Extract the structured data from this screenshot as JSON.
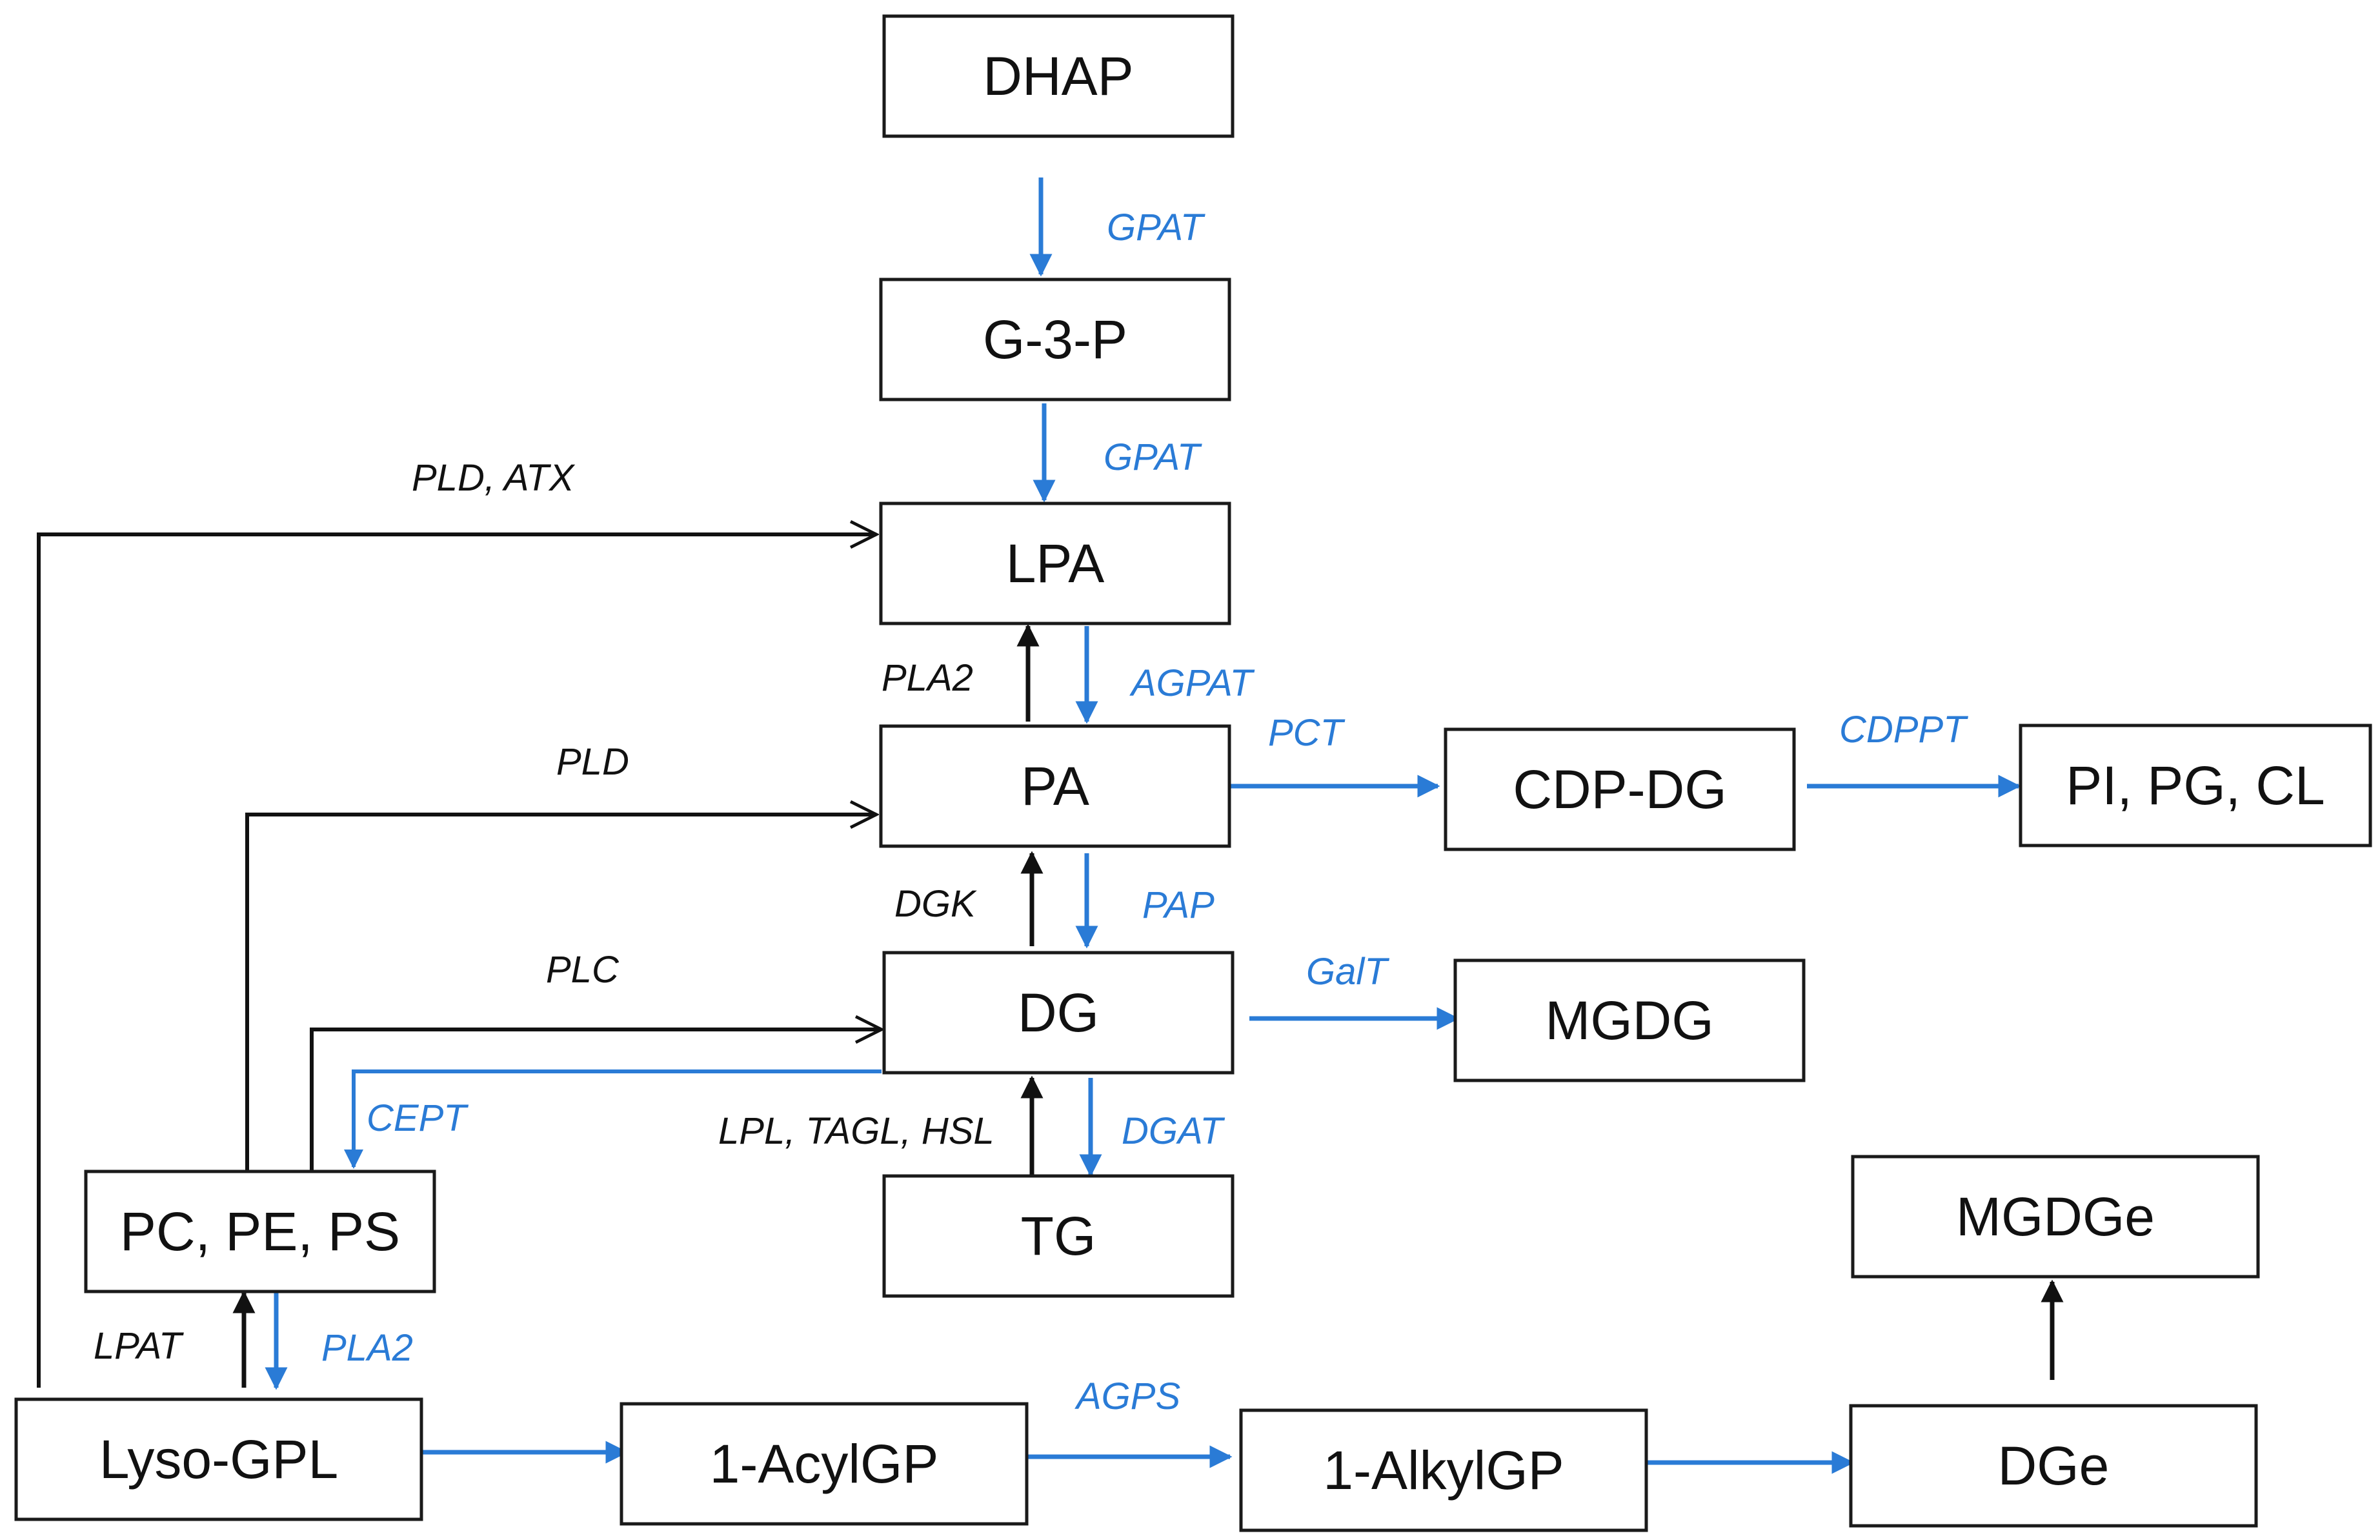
{
  "colors": {
    "box_stroke": "#1a1a1a",
    "black_arrow": "#111111",
    "blue_arrow": "#2a7bd6"
  },
  "nodes": {
    "dhap": "DHAP",
    "g3p": "G-3-P",
    "lpa": "LPA",
    "pa": "PA",
    "cdpdg": "CDP-DG",
    "pipgcl": "PI, PG, CL",
    "dg": "DG",
    "mgdg": "MGDG",
    "tg": "TG",
    "pcpeps": "PC, PE, PS",
    "lysogpl": "Lyso-GPL",
    "acylgp": "1-AcylGP",
    "alkylgp": "1-AlkylGP",
    "dge": "DGe",
    "mgdge": "MGDGe"
  },
  "enzymes": {
    "gpat1": "GPAT",
    "gpat2": "GPAT",
    "pld_atx": "PLD, ATX",
    "pla2_up": "PLA2",
    "agpat": "AGPAT",
    "pct": "PCT",
    "cdppt": "CDPPT",
    "pld": "PLD",
    "dgk": "DGK",
    "pap": "PAP",
    "plc": "PLC",
    "galt": "GalT",
    "cept": "CEPT",
    "lpl_tagl_hsl": "LPL, TAGL, HSL",
    "dgat": "DGAT",
    "lpat": "LPAT",
    "pla2_down": "PLA2",
    "agps": "AGPS"
  }
}
